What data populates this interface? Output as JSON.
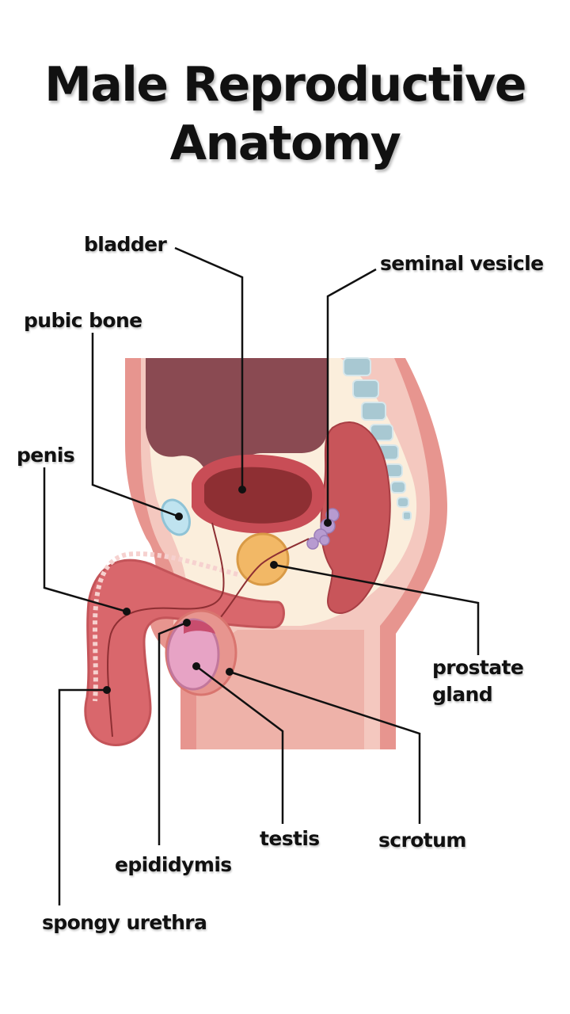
{
  "title": {
    "line1": "Male Reproductive",
    "line2": "Anatomy"
  },
  "labels": {
    "bladder": "bladder",
    "seminal_vesicle": "seminal vesicle",
    "pubic_bone": "pubic bone",
    "penis": "penis",
    "prostate_line1": "prostate",
    "prostate_line2": "gland",
    "testis": "testis",
    "scrotum": "scrotum",
    "epididymis": "epididymis",
    "spongy_urethra": "spongy urethra"
  },
  "colors": {
    "skin": "#e7958f",
    "skin_dark": "#d9756f",
    "skin_light": "#f4c8bf",
    "cavity": "#fbeedc",
    "bladder": "#8e2f33",
    "bladder_wall": "#c84d56",
    "intestine": "#8a4a52",
    "prostate": "#f2b866",
    "vesicle": "#b79bd0",
    "bone": "#bfe3ef",
    "vertebra": "#a8c8d2",
    "testis": "#e7a3c5",
    "penis": "#d9676c",
    "rectum": "#c8555a",
    "leader": "#111111"
  }
}
